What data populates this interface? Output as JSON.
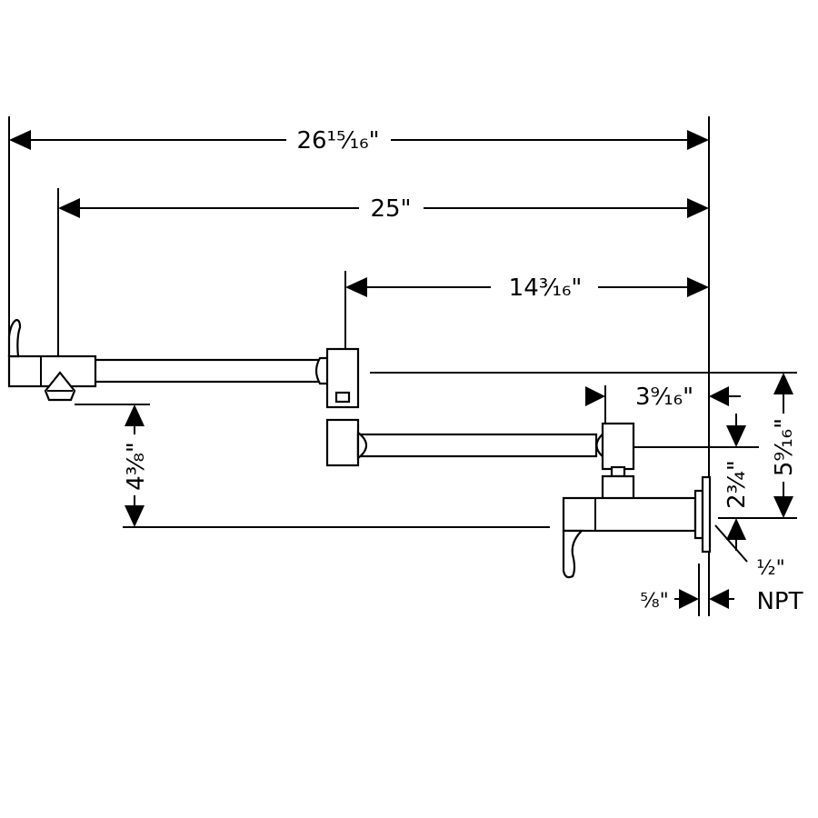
{
  "dimensions": {
    "overall_length": "26¹⁵⁄₁₆\"",
    "reach": "25\"",
    "second_arm": "14³⁄₁₆\"",
    "joint_offset": "3⁹⁄₁₆\"",
    "total_drop": "5⁹⁄₁₆\"",
    "arm_drop": "2³⁄₄\"",
    "spout_height": "4³⁄₈\"",
    "flange_thickness": "⁵⁄₈\"",
    "thread_size": "½\"",
    "thread_type": "NPT"
  },
  "colors": {
    "ink": "#000000",
    "paper": "#ffffff"
  }
}
